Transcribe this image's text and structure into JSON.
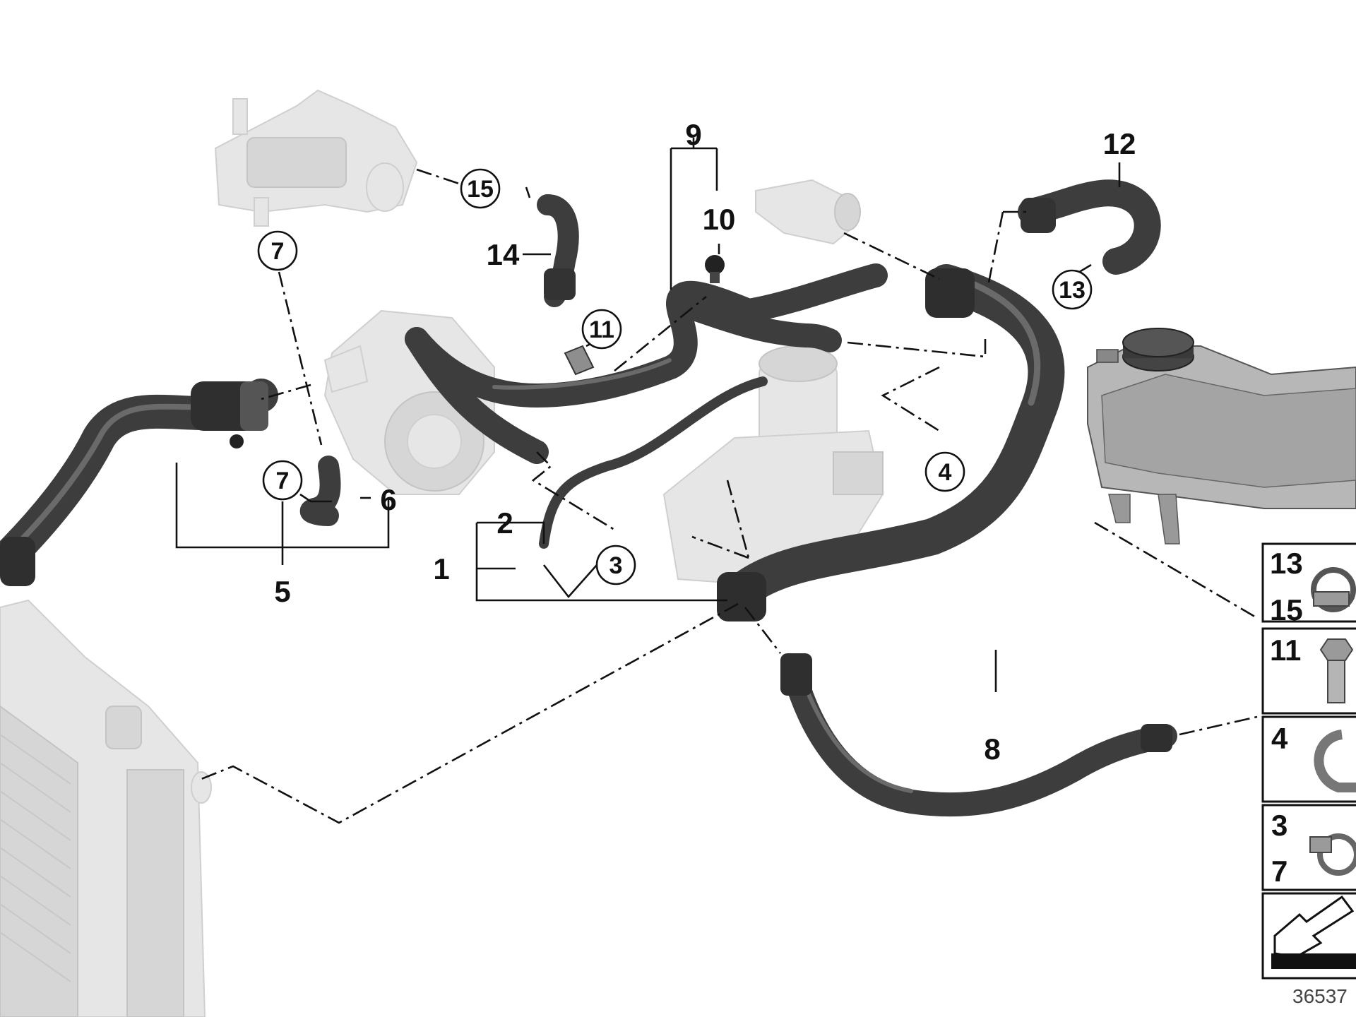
{
  "callouts": {
    "c1": "1",
    "c2": "2",
    "c3": "3",
    "c4": "4",
    "c5": "5",
    "c6": "6",
    "c7a": "7",
    "c7b": "7",
    "c8": "8",
    "c9": "9",
    "c10": "10",
    "c11": "11",
    "c12": "12",
    "c13": "13",
    "c14": "14",
    "c15": "15"
  },
  "legend": {
    "row1_top": "13",
    "row1_bottom": "15",
    "row2": "11",
    "row3": "4",
    "row4_top": "3",
    "row4_bottom": "7"
  },
  "diagram_number": "36537",
  "colors": {
    "hose": "#3d3d3d",
    "ghost_part": "#e6e6e6",
    "line": "#111111"
  }
}
